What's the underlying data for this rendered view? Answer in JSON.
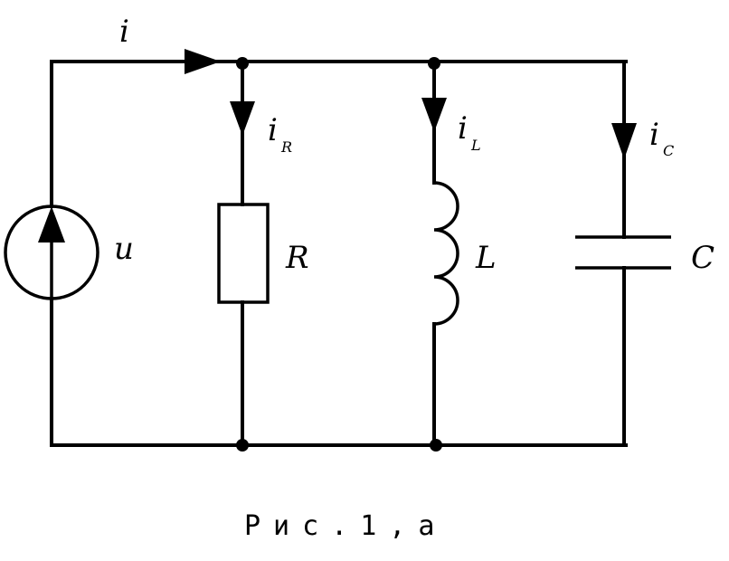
{
  "diagram": {
    "labels": {
      "total_current": "i",
      "voltage": "u",
      "resistor": "R",
      "inductor": "L",
      "capacitor": "C",
      "current_symbol": "i",
      "sub_r": "R",
      "sub_l": "L",
      "sub_c": "C"
    },
    "caption": "Рис.1,а"
  }
}
